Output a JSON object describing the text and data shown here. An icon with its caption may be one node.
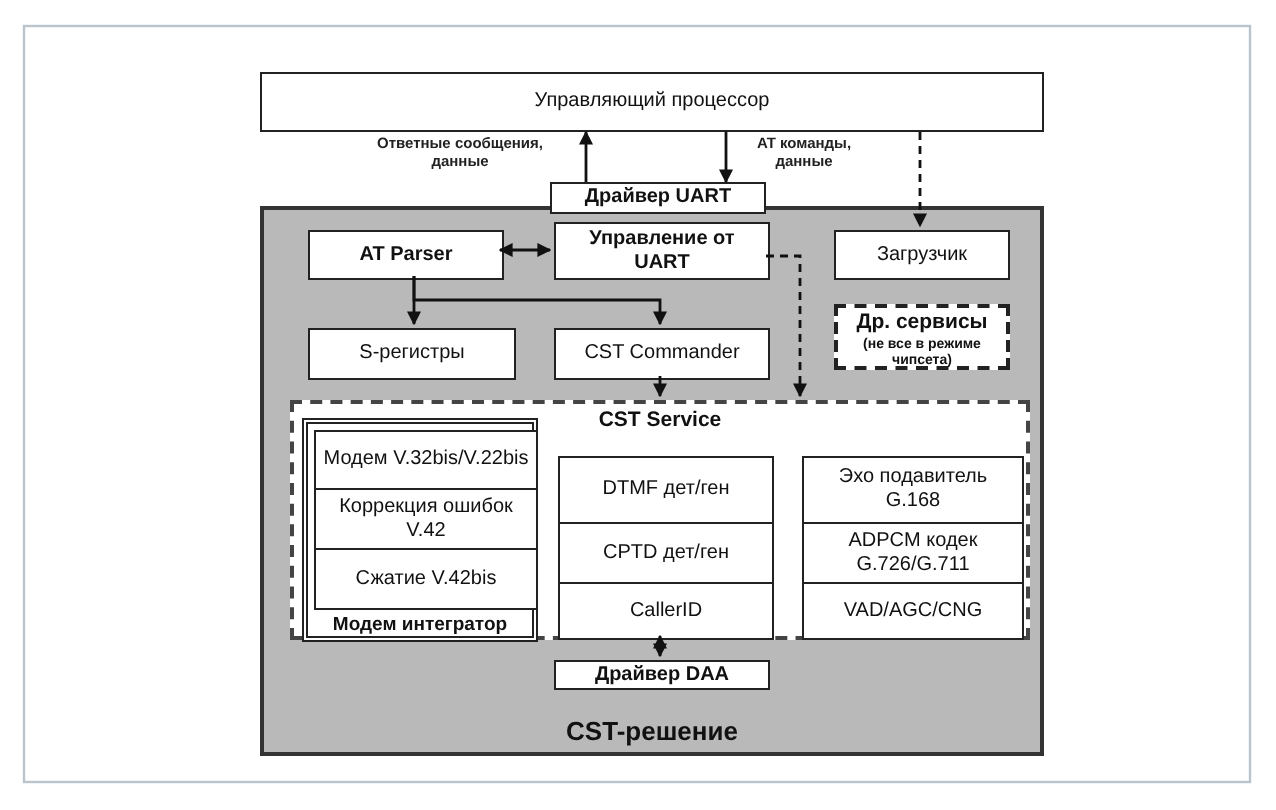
{
  "diagram": {
    "nodes": [
      {
        "text": [
          "Управляющий процессор"
        ]
      },
      {
        "text": [
          "CST-решение"
        ]
      },
      {
        "text": [
          "Драйвер UART"
        ]
      },
      {
        "text": [
          "AT Parser"
        ],
        "in": 1
      },
      {
        "text": [
          "Управление от UART"
        ],
        "in": 1
      },
      {
        "text": [
          "Загрузчик"
        ],
        "in": 1
      },
      {
        "text": [
          "S-регистры"
        ],
        "in": 1
      },
      {
        "text": [
          "CST Commander"
        ],
        "in": 1
      },
      {
        "text": [
          "Др. сервисы",
          "(не все в режиме чипсета)"
        ],
        "in": 1
      },
      {
        "text": [
          "CST Service"
        ],
        "in": 1
      },
      {
        "text": [
          "Модем интегратор"
        ],
        "in": 9
      },
      {
        "text": [
          "Модем V.32bis/V.22bis"
        ],
        "in": 10
      },
      {
        "text": [
          "Коррекция ошибок V.42"
        ],
        "in": 10
      },
      {
        "text": [
          "Сжатие V.42bis"
        ],
        "in": 10
      },
      {
        "text": [
          "DTMF дет/ген"
        ],
        "in": 9
      },
      {
        "text": [
          "CPTD дет/ген"
        ],
        "in": 9
      },
      {
        "text": [
          "CallerID"
        ],
        "in": 9
      },
      {
        "text": [
          "Эхо подавитель G.168"
        ],
        "in": 9
      },
      {
        "text": [
          "ADPCM кодек G.726/G.711"
        ],
        "in": 9
      },
      {
        "text": [
          "VAD/AGC/CNG"
        ],
        "in": 9
      },
      {
        "text": [
          "Драйвер DAA"
        ],
        "in": 1
      }
    ],
    "edges": [
      {
        "from": 2,
        "to": 0,
        "arrow": "to",
        "label": "Ответные сообщения, данные"
      },
      {
        "from": 0,
        "to": 2,
        "arrow": "to",
        "label": "AT команды, данные"
      },
      {
        "from": 0,
        "to": 5,
        "arrow": "to",
        "style": "dashed"
      },
      {
        "from": 3,
        "to": 4,
        "arrow": "both"
      },
      {
        "from": 4,
        "to": 9,
        "arrow": "to",
        "style": "dashed"
      },
      {
        "from": 3,
        "to": 6,
        "arrow": "to"
      },
      {
        "from": 3,
        "to": 7,
        "arrow": "to"
      },
      {
        "from": 7,
        "to": 9,
        "arrow": "to"
      },
      {
        "from": 9,
        "to": 20,
        "arrow": "both"
      }
    ]
  }
}
